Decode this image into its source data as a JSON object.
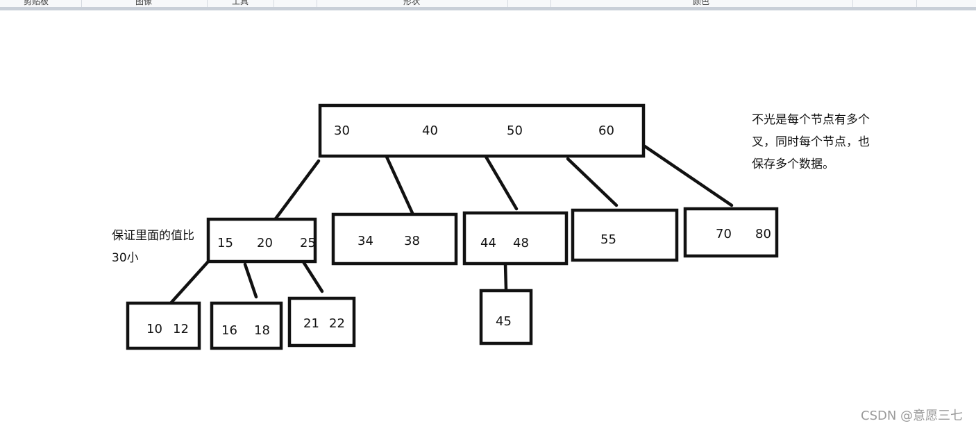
{
  "ribbon": {
    "groups": [
      {
        "label": "剪贴板"
      },
      {
        "label": "图像"
      },
      {
        "label": "工具"
      },
      {
        "label": ""
      },
      {
        "label": "形状"
      },
      {
        "label": ""
      },
      {
        "label": "颜色"
      },
      {
        "label": ""
      }
    ]
  },
  "tree": {
    "root": {
      "keys": [
        "30",
        "40",
        "50",
        "60"
      ]
    },
    "level1": [
      {
        "keys": [
          "15",
          "20",
          "25"
        ]
      },
      {
        "keys": [
          "34",
          "38"
        ]
      },
      {
        "keys": [
          "44",
          "48"
        ]
      },
      {
        "keys": [
          "55"
        ]
      },
      {
        "keys": [
          "70",
          "80"
        ]
      }
    ],
    "level2": [
      {
        "keys": [
          "10",
          "12"
        ]
      },
      {
        "keys": [
          "16",
          "18"
        ]
      },
      {
        "keys": [
          "21",
          "22"
        ]
      },
      {
        "keys": [
          "45"
        ]
      }
    ]
  },
  "notes": {
    "right_lines": [
      "不光是每个节点有多个",
      "叉，同时每个节点，也",
      "保存多个数据。"
    ],
    "left_lines": [
      "保证里面的值比",
      "30小"
    ]
  },
  "watermark": "CSDN @意愿三七",
  "colors": {
    "stroke": "#111111",
    "watermark": "#9a9a9a",
    "ribbon_bar": "#c9cfd8"
  }
}
